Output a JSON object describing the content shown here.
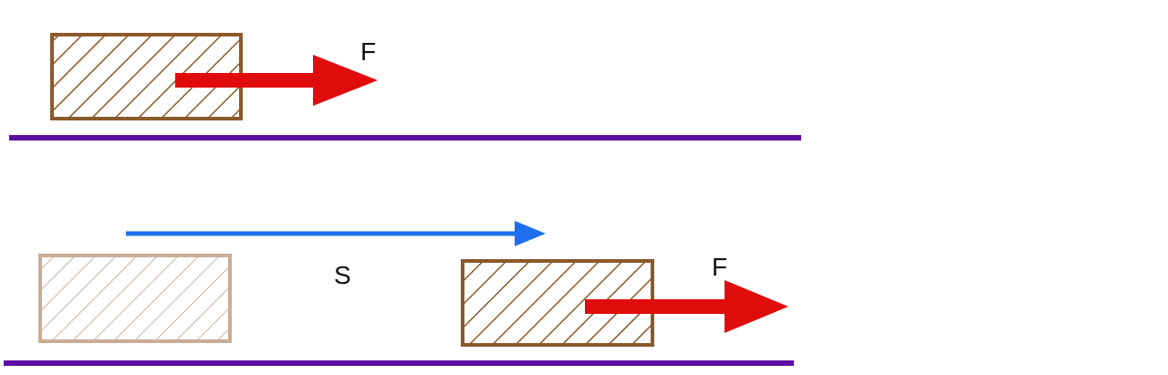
{
  "labels": {
    "force_top": "F",
    "force_bottom": "F",
    "displacement": "S"
  },
  "colors": {
    "background": "#ffffff",
    "ground_line": "#5b0fa0",
    "block_fill": "#ffffff",
    "block_stroke": "#8b5a2b",
    "block_hatch": "#8b5a2b",
    "ghost_block_stroke": "#c9ad95",
    "ghost_block_hatch": "#bda08a",
    "force_arrow": "#e00b0b",
    "displacement_arrow": "#1e6ff0"
  }
}
